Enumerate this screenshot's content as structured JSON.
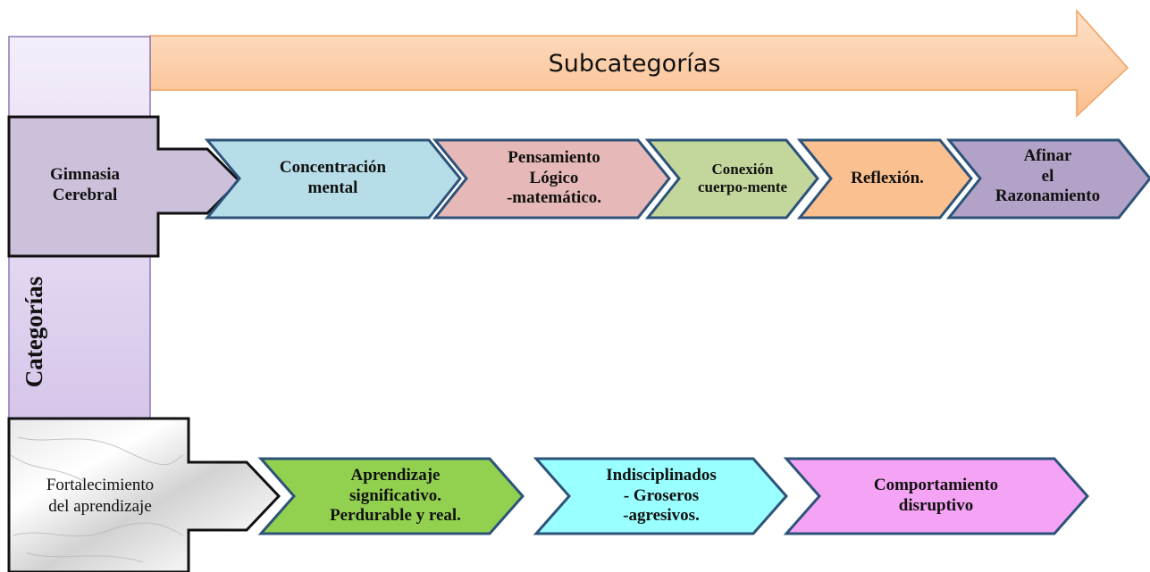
{
  "header": {
    "subcategories_label": "Subcategorías",
    "categories_label": "Categorías"
  },
  "categories": [
    {
      "label": "Gimnasia\nCerebral",
      "subcategories": [
        {
          "label": "Concentración\nmental",
          "color": "#b7dde8"
        },
        {
          "label": "Pensamiento\nLógico\n-matemático.",
          "color": "#e6b9b8"
        },
        {
          "label": "Conexión\ncuerpo-mente",
          "color": "#c3d69b"
        },
        {
          "label": "Reflexión.",
          "color": "#fac090"
        },
        {
          "label": "Afinar\nel\nRazonamiento",
          "color": "#b3a2c7"
        }
      ]
    },
    {
      "label": "Fortalecimiento\ndel aprendizaje",
      "subcategories": [
        {
          "label": "Aprendizaje\nsignificativo.\nPerdurable y real.",
          "color": "#92d050"
        },
        {
          "label": "Indisciplinados\n- Groseros\n-agresivos.",
          "color": "#99ffff"
        },
        {
          "label": "Comportamiento\ndisruptivo",
          "color": "#f5a3f5"
        }
      ]
    }
  ],
  "colors": {
    "subcategories_arrow": "#fbc79c",
    "subcategories_arrow_border": "#f0a060",
    "categories_bar": "#e6d8f2",
    "categories_bar_border": "#8a78b8",
    "category1_box": "#ccc0da",
    "chevron_border": "#2d5379"
  }
}
